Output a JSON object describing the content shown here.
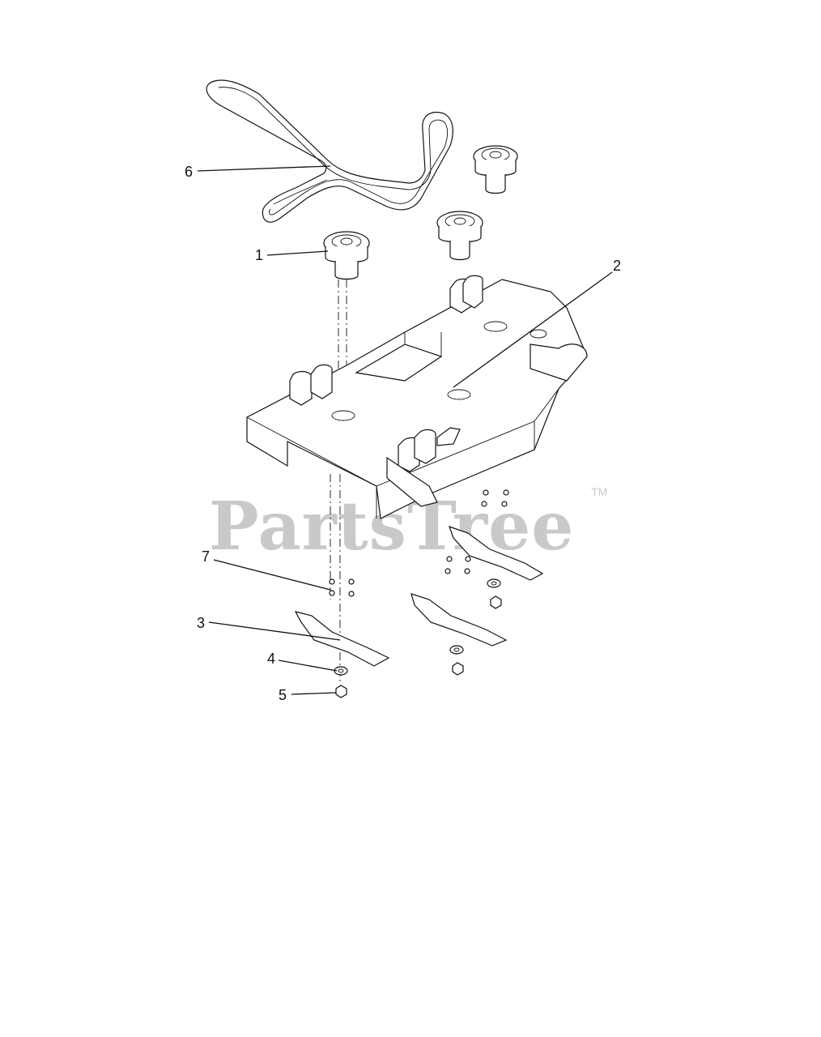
{
  "callouts": [
    {
      "id": "1",
      "label": "1"
    },
    {
      "id": "2",
      "label": "2"
    },
    {
      "id": "3",
      "label": "3"
    },
    {
      "id": "4",
      "label": "4"
    },
    {
      "id": "5",
      "label": "5"
    },
    {
      "id": "6",
      "label": "6"
    },
    {
      "id": "7",
      "label": "7"
    }
  ],
  "watermark": {
    "text": "PartsTree",
    "trademark": "TM"
  },
  "parts": {
    "belt": "drive-belt",
    "spindle": "spindle-assembly",
    "deck": "deck-shell",
    "blade": "mower-blade",
    "washer": "washer",
    "nut": "nut",
    "bolt": "bolt"
  }
}
